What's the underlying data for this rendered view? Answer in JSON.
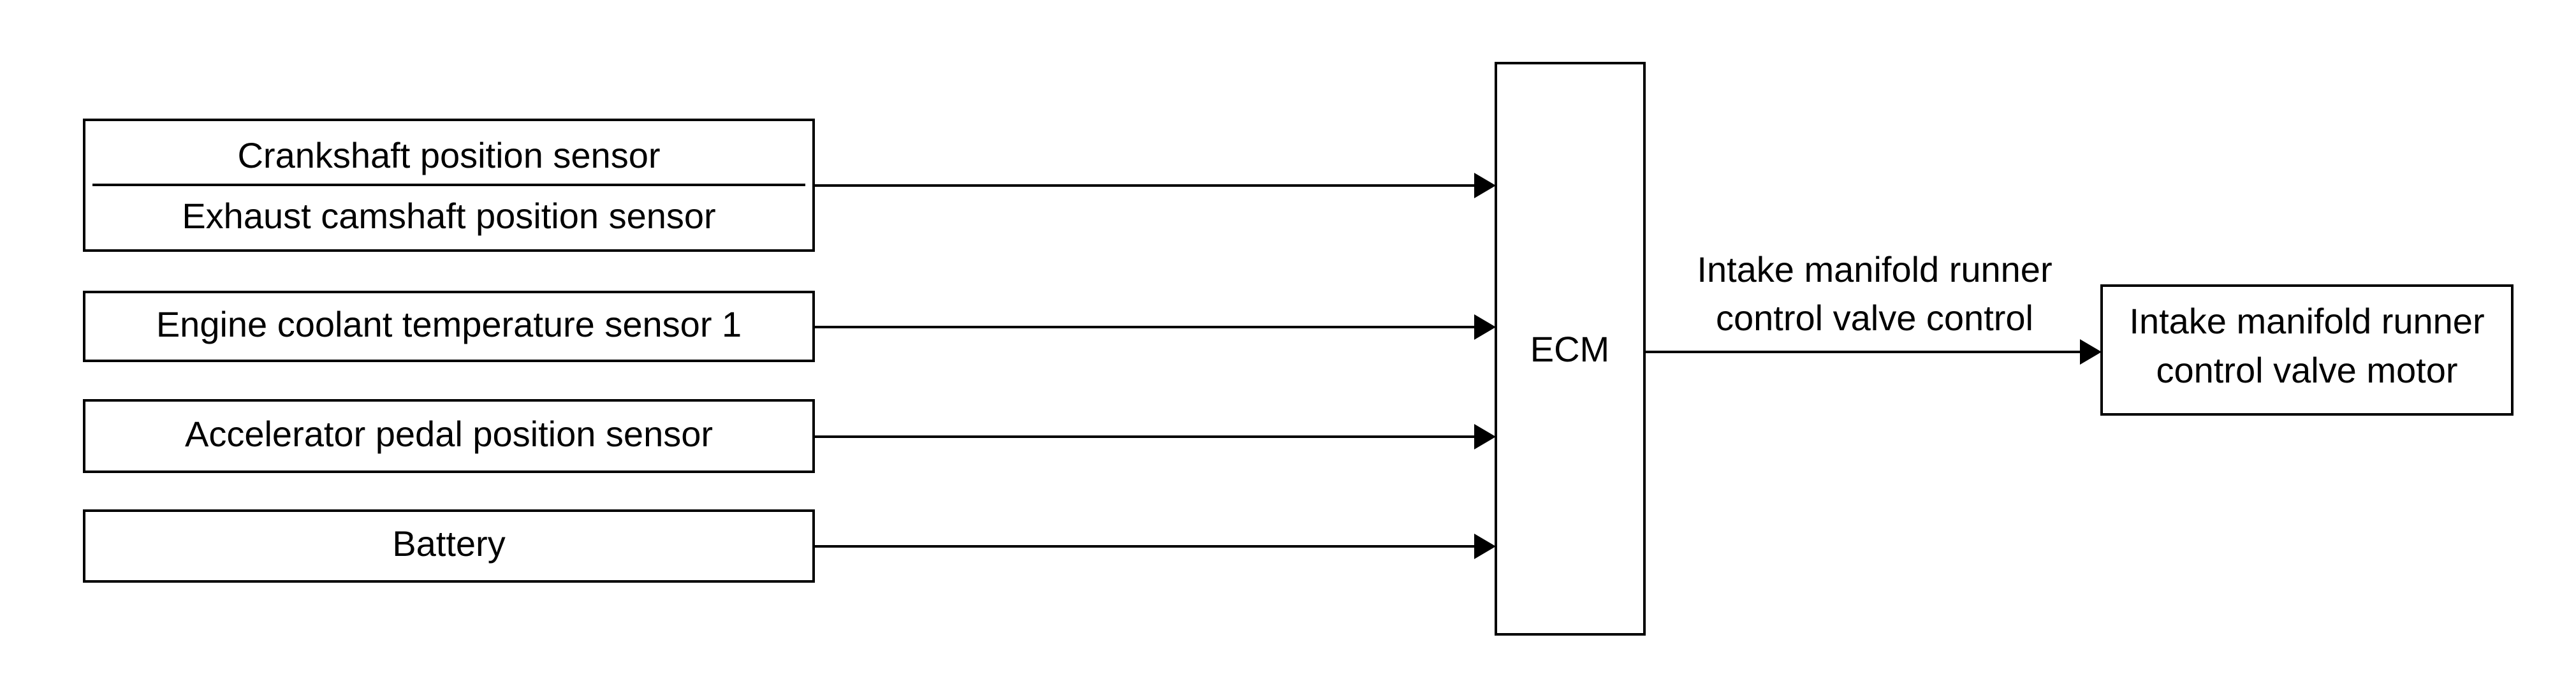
{
  "inputs": {
    "crankshaft": "Crankshaft position sensor",
    "exhaust_camshaft": "Exhaust camshaft position sensor",
    "coolant": "Engine coolant temperature sensor 1",
    "accelerator": "Accelerator pedal position sensor",
    "battery": "Battery"
  },
  "ecm": {
    "label": "ECM"
  },
  "output_signal": {
    "line1": "Intake manifold runner",
    "line2": "control valve control"
  },
  "actuator": {
    "line1": "Intake manifold runner",
    "line2": "control valve motor"
  }
}
